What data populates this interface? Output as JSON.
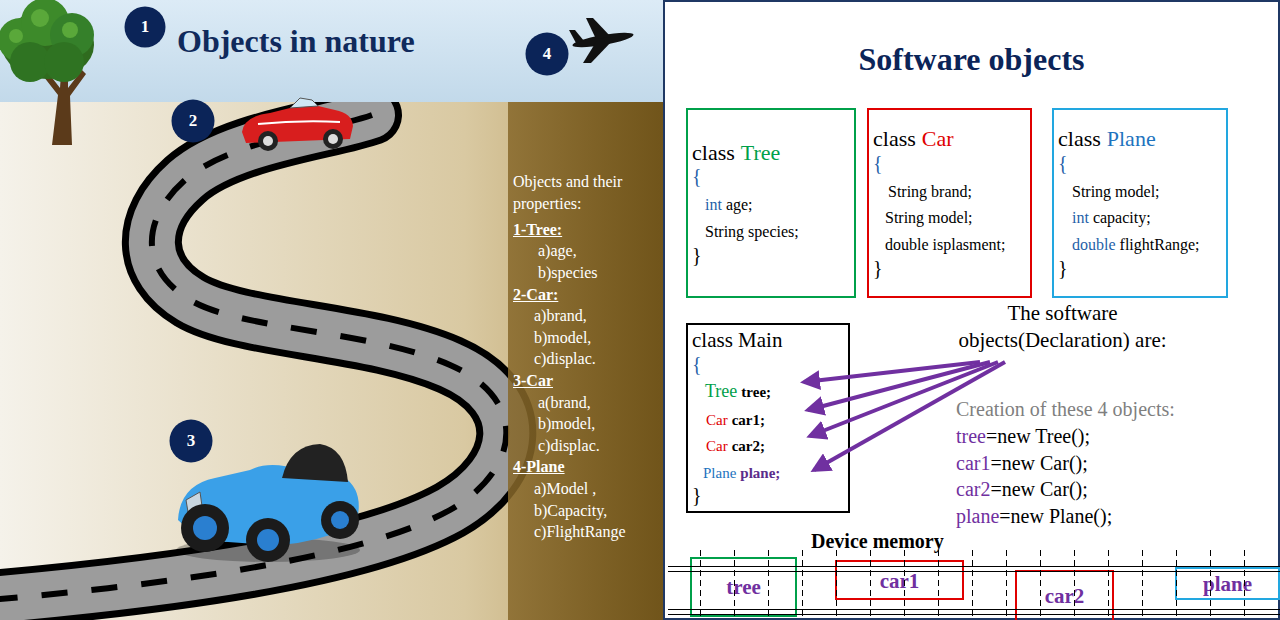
{
  "diagram": {
    "nodes": [
      {
        "text": [
          "Objects in nature"
        ]
      },
      {
        "text": [
          "1"
        ],
        "in": 0
      },
      {
        "text": [
          "4"
        ],
        "in": 0
      },
      {
        "text": [
          "2"
        ]
      },
      {
        "text": [
          "3"
        ]
      },
      {
        "text": [
          "Objects and their properties:",
          "1-Tree:",
          "a)age,",
          "b)species",
          "2-Car:",
          "a)brand,",
          "b)model,",
          "c)displac.",
          "3-Car",
          "a(brand,",
          "b)model,",
          "c)displac.",
          "4-Plane",
          "a)Model ,",
          "b)Capacity,",
          "c)FlightRange"
        ]
      },
      {
        "text": [
          "Software objects"
        ]
      },
      {
        "text": [
          "class",
          "Tree",
          "{",
          "int",
          "age;",
          "String species;",
          "}"
        ],
        "in": 6
      },
      {
        "text": [
          "class",
          "Car",
          "{",
          "String brand;",
          "String model;",
          "double isplasment;",
          "}"
        ],
        "in": 6
      },
      {
        "text": [
          "class",
          "Plane",
          "{",
          "String model;",
          "int",
          "capacity;",
          "double",
          "flightRange;",
          "}"
        ],
        "in": 6
      },
      {
        "text": [
          "class Main",
          "{",
          "Tree",
          "tree;",
          "Car",
          "car1;",
          "Car",
          "car2;",
          "Plane",
          "plane;",
          "}"
        ],
        "in": 6
      },
      {
        "text": [
          "tree"
        ],
        "in": 6
      },
      {
        "text": [
          "car1"
        ],
        "in": 6
      },
      {
        "text": [
          "car2"
        ],
        "in": 6
      },
      {
        "text": [
          "plane"
        ],
        "in": 6
      }
    ],
    "labels": [
      "The software objects(Declaration) are:",
      "Creation of these 4 objects:",
      "tree",
      "=new Tree();",
      "car1",
      "=new Car();",
      "car2",
      "=new Car();",
      "plane",
      "=new Plane();",
      "Device memory"
    ]
  }
}
